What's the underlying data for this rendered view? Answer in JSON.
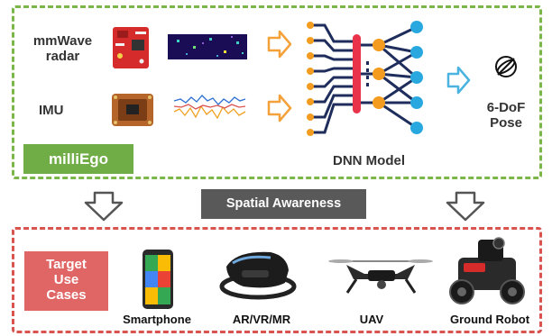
{
  "inputs": {
    "mmwave_label": [
      "mmWave",
      "radar"
    ],
    "imu_label": "IMU"
  },
  "system_label": "milliEgo",
  "model_label": "DNN Model",
  "output_label": [
    "6-DoF",
    "Pose"
  ],
  "bridge_label": "Spatial Awareness",
  "target_label": [
    "Target",
    "Use",
    "Cases"
  ],
  "use_cases": [
    "Smartphone",
    "AR/VR/MR",
    "UAV",
    "Ground Robot"
  ],
  "colors": {
    "top_border": "#7ab648",
    "bottom_border": "#d9534f",
    "milliego_fill": "#70ad47",
    "bridge_fill": "#595959",
    "target_fill": "#e06666",
    "arrow_orange": "#f4a13a",
    "arrow_cyan": "#4ab3e0",
    "node_blue": "#29a8e0",
    "node_orange": "#f39c1f",
    "layer_red": "#e8334a",
    "edge_navy": "#1f2d5c"
  },
  "icons": [
    "radar-board-icon",
    "radar-heatmap-icon",
    "imu-chip-icon",
    "imu-signal-icon",
    "pose-icon",
    "smartphone-icon",
    "vr-headset-icon",
    "drone-icon",
    "ground-robot-icon"
  ]
}
